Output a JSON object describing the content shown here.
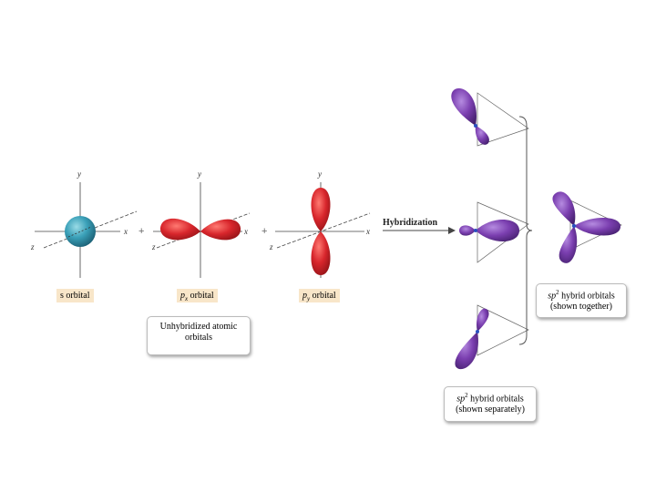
{
  "orbitals": {
    "s": {
      "tag": "s orbital",
      "color": "#3aa0b8"
    },
    "px": {
      "tag_base": "p",
      "tag_sub": "x",
      "tag_rest": " orbital",
      "color": "#d8262c"
    },
    "py": {
      "tag_base": "p",
      "tag_sub": "y",
      "tag_rest": " orbital",
      "color": "#d8262c"
    }
  },
  "axes": {
    "x": "x",
    "y": "y",
    "z": "z"
  },
  "operators": {
    "plus": "+",
    "plus_left": "+"
  },
  "unhybridized_box": {
    "line1": "Unhybridized atomic",
    "line2": "orbitals"
  },
  "hybridization_label": "Hybridization",
  "hybrid_color": "#7b3fb0",
  "separate_box": {
    "sp": "sp",
    "sup": "2",
    "line1_rest": " hybrid orbitals",
    "line2": "(shown separately)"
  },
  "together_box": {
    "sp": "sp",
    "sup": "2",
    "line1_rest": " hybrid orbitals",
    "line2": "(shown together)"
  }
}
